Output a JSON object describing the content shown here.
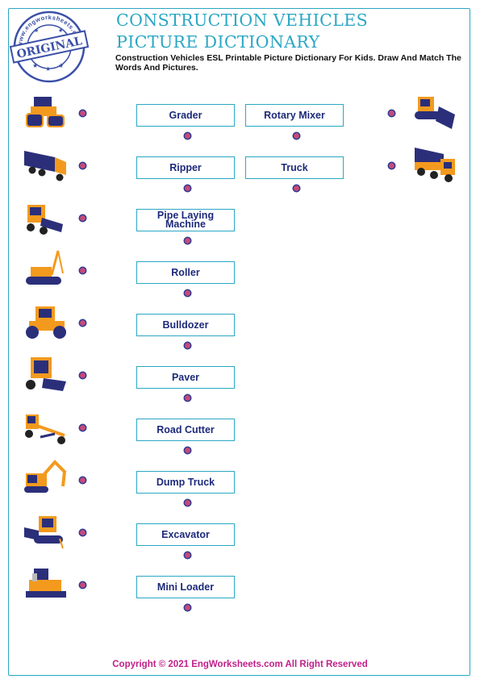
{
  "header": {
    "stamp_text": "ORIGINAL",
    "stamp_ring_text": "www.engworksheets.com",
    "title_line1": "CONSTRUCTION VEHICLES",
    "title_line2": "PICTURE DICTIONARY",
    "subtitle": "Construction Vehicles ESL Printable Picture Dictionary For Kids. Draw And Match The Words And Pictures."
  },
  "pictures_left": [
    {
      "icon": "roller-icon"
    },
    {
      "icon": "dump-truck-icon"
    },
    {
      "icon": "road-cutter-icon"
    },
    {
      "icon": "pipe-laying-machine-icon"
    },
    {
      "icon": "grader-front-icon"
    },
    {
      "icon": "mini-loader-icon"
    },
    {
      "icon": "grader-icon"
    },
    {
      "icon": "excavator-icon"
    },
    {
      "icon": "ripper-icon"
    },
    {
      "icon": "paver-icon"
    }
  ],
  "pictures_right": [
    {
      "icon": "bulldozer-icon"
    },
    {
      "icon": "truck-icon"
    }
  ],
  "words_col1": [
    "Grader",
    "Ripper",
    "Pipe Laying Machine",
    "Roller",
    "Bulldozer",
    "Paver",
    "Road Cutter",
    "Dump Truck",
    "Excavator",
    "Mini Loader"
  ],
  "words_col2": [
    "Rotary Mixer",
    "Truck"
  ],
  "footer": "Copyright © 2021 EngWorksheets.com All Right Reserved",
  "colors": {
    "accent": "#2aa7c4",
    "word_text": "#1d2a7a",
    "vehicle_orange": "#f39a1e",
    "vehicle_navy": "#2b2f7a",
    "footer": "#c0218a"
  }
}
